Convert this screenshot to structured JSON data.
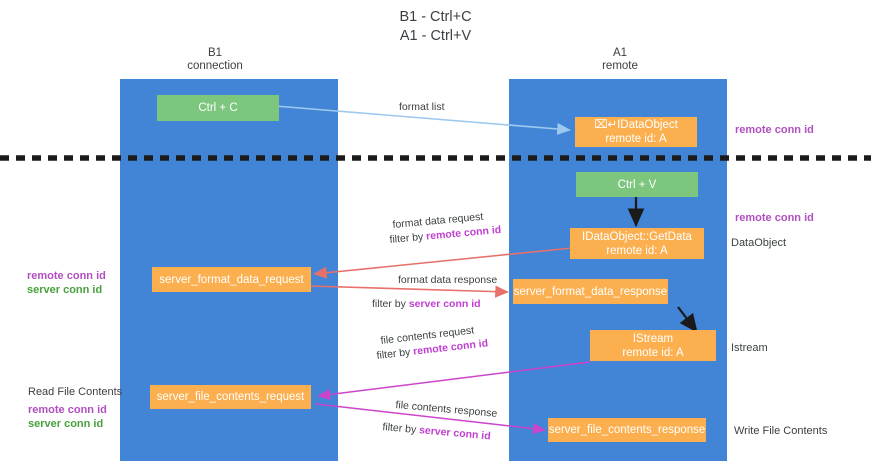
{
  "title": {
    "line1": "B1 - Ctrl+C",
    "line2": "A1 - Ctrl+V"
  },
  "columns": [
    {
      "name": "B1",
      "role": "connection"
    },
    {
      "name": "A1",
      "role": "remote"
    }
  ],
  "colors": {
    "lane": "#4285d6",
    "green_box": "#7dc67d",
    "orange_box": "#fbaf4f",
    "purple_text": "#b14fc0",
    "green_text": "#49a13d",
    "red_arrow": "#e8706a",
    "magenta_arrow": "#cc44cc",
    "blue_arrow": "#9ec9ef",
    "black_arrow": "#1a1a1a",
    "dashed_divider": "#1a1a1a"
  },
  "boxes": {
    "ctrl_c": {
      "line1": "Ctrl + C"
    },
    "ctrl_v": {
      "line1": "Ctrl + V"
    },
    "idataobject": {
      "line1": "⌧↵IDataObject",
      "line2": "remote id: A"
    },
    "getdata": {
      "line1": "IDataObject::GetData",
      "line2": "remote id: A"
    },
    "istream": {
      "line1": "IStream",
      "line2": "remote id: A"
    },
    "server_format_data_request": {
      "line1": "server_format_data_request"
    },
    "server_format_data_response": {
      "line1": "server_format_data_response"
    },
    "server_file_contents_request": {
      "line1": "server_file_contents_request"
    },
    "server_file_contents_response": {
      "line1": "server_file_contents_response"
    }
  },
  "edge_labels": {
    "format_list": "format list",
    "format_data_request": "format data request",
    "format_data_request_filter_prefix": "filter by ",
    "format_data_request_filter_key": "remote conn id",
    "format_data_response": "format data response",
    "format_data_response_filter_prefix": "filter by ",
    "format_data_response_filter_key": "server conn id",
    "file_contents_request": "file contents request",
    "file_contents_request_filter_prefix": "filter by ",
    "file_contents_request_filter_key": "remote conn id",
    "file_contents_response": "file contents response",
    "file_contents_response_filter_prefix": "filter by ",
    "file_contents_response_filter_key": "server conn id"
  },
  "side_labels": {
    "right_remote_conn_id_top": "remote conn id",
    "right_remote_conn_id_mid": "remote conn id",
    "right_dataobject": "DataObject",
    "right_istream": "Istream",
    "right_write_file_contents": "Write File Contents",
    "left_remote_conn_id_1": "remote conn id",
    "left_server_conn_id_1": "server conn id",
    "left_read_file_contents": "Read File Contents",
    "left_remote_conn_id_2": "remote conn id",
    "left_server_conn_id_2": "server conn id"
  }
}
